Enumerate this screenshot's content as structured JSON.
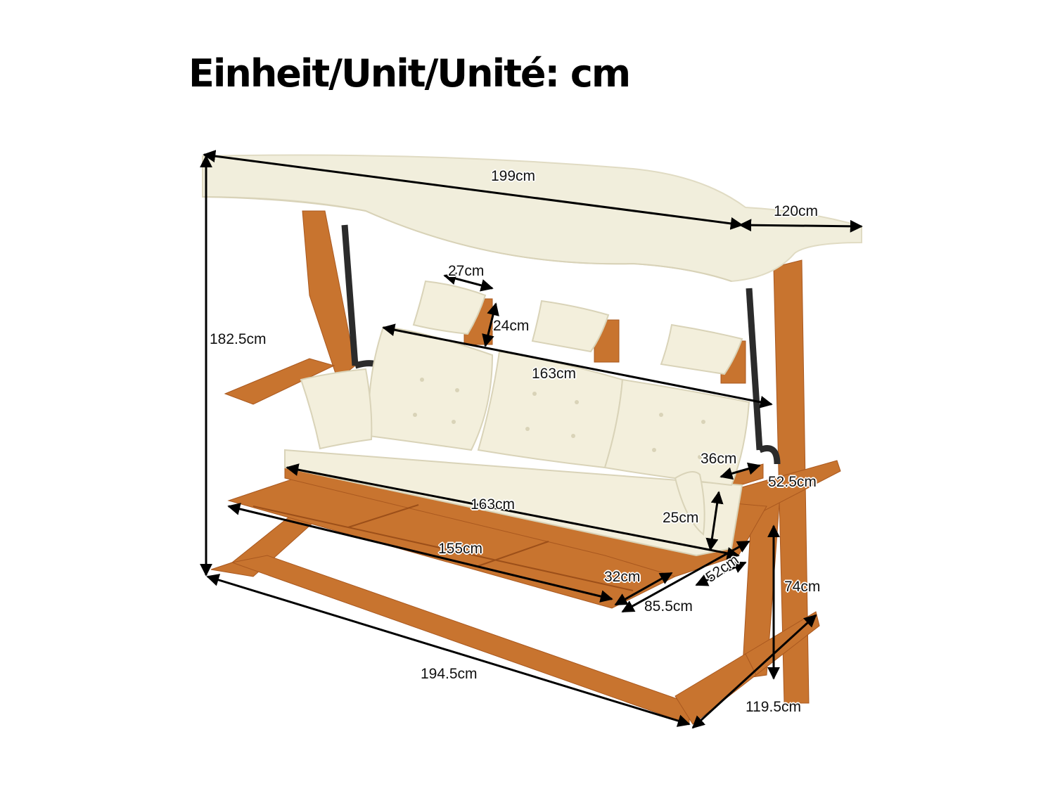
{
  "title": "Einheit/Unit/Unité: cm",
  "colors": {
    "canopy": "#f1eedc",
    "cushion": "#f3efdc",
    "wood": "#c8742f",
    "wood_dark": "#a9581f",
    "metal": "#2b2b2b",
    "dimension_line": "#000000"
  },
  "dimensions": {
    "canopy_length": "199cm",
    "canopy_depth": "120cm",
    "total_height": "182.5cm",
    "headrest_pillow_width": "27cm",
    "headrest_pillow_height": "24cm",
    "backrest_width": "163cm",
    "seat_width": "163cm",
    "armrest_length": "36cm",
    "side_table_length": "52.5cm",
    "armrest_height": "25cm",
    "footrest_length": "155cm",
    "footrest_depth": "32cm",
    "seat_depth": "52cm",
    "bed_depth": "85.5cm",
    "table_height": "74cm",
    "base_length": "194.5cm",
    "base_depth": "119.5cm"
  }
}
